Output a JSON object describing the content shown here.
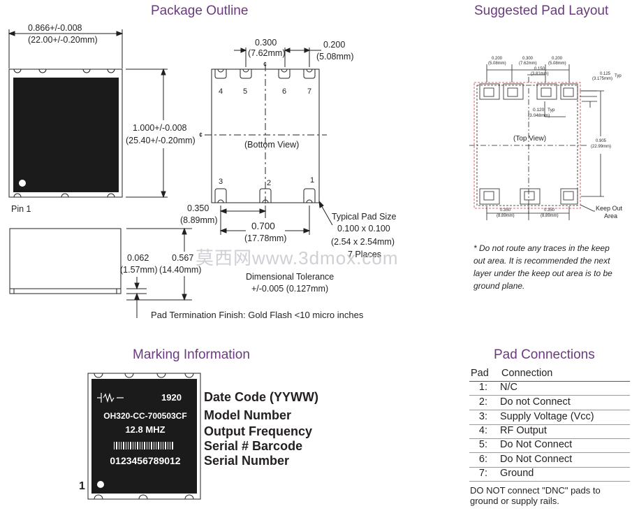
{
  "headings": {
    "package_outline": "Package Outline",
    "suggested_pad_layout": "Suggested Pad Layout",
    "marking_information": "Marking Information",
    "pad_connections": "Pad Connections"
  },
  "package_outline": {
    "width_in": "0.866+/-0.008",
    "width_mm": "(22.00+/-0.20mm)",
    "length_in": "1.000+/-0.008",
    "length_mm": "(25.40+/-0.20mm)",
    "pin1_label": "Pin 1",
    "pad_pitch_in": "0.300",
    "pad_pitch_mm": "(7.62mm)",
    "pad_offset_in": "0.200",
    "pad_offset_mm": "(5.08mm)",
    "bottom_view": "(Bottom View)",
    "pad_numbers_top": [
      "4",
      "5",
      "6",
      "7"
    ],
    "pad_numbers_bottom": [
      "3",
      "2",
      "1"
    ],
    "edge_in": "0.350",
    "edge_mm": "(8.89mm)",
    "span_in": "0.700",
    "span_mm": "(17.78mm)",
    "typical_pad_size": "Typical Pad Size",
    "pad_size_in": "0.100 x 0.100",
    "pad_size_mm": "(2.54 x 2.54mm)",
    "pad_places": "7 Places",
    "thickness_in": "0.062",
    "thickness_mm": "(1.57mm)",
    "height_in": "0.567",
    "height_mm": "(14.40mm)",
    "tolerance_title": "Dimensional Tolerance",
    "tolerance_value": "+/-0.005 (0.127mm)",
    "finish": "Pad Termination Finish: Gold Flash <10 micro inches"
  },
  "pad_layout": {
    "dim_200a": "0.200",
    "dim_200a_mm": "(5.08mm)",
    "dim_300": "0.300",
    "dim_300_mm": "(7.62mm)",
    "dim_150": "0.150",
    "dim_150_mm": "(3.81mm)",
    "dim_200b": "0.200",
    "dim_200b_mm": "(5.08mm)",
    "dim_125": "0.125",
    "dim_125_mm": "(3.175mm)",
    "typ": "Typ",
    "dim_120": "0.120",
    "dim_120_mm": "(3.048mm)",
    "top_view": "(Top View)",
    "dim_905": "0.905",
    "dim_905_mm": "(22.99mm)",
    "dim_350a": "0.350",
    "dim_350a_mm": "(8.89mm)",
    "dim_350b": "0.350",
    "dim_350b_mm": "(8.89mm)",
    "keep_out_1": "Keep Out",
    "keep_out_2": "Area",
    "note_1": "* Do not route any traces in the keep",
    "note_2": "out area. It is recommended the next",
    "note_3": "layer under the keep out area is to be",
    "note_4": "ground plane."
  },
  "marking": {
    "date_code": "1920",
    "model": "OH320-CC-700503CF",
    "frequency": "12.8 MHZ",
    "serial": "0123456789012",
    "pin_one": "1",
    "labels": [
      "Date Code (YYWW)",
      "Model Number",
      "Output Frequency",
      "Serial # Barcode",
      "Serial Number"
    ]
  },
  "pad_table": {
    "header_pad": "Pad",
    "header_connection": "Connection",
    "rows": [
      {
        "pad": "1:",
        "connection": "N/C"
      },
      {
        "pad": "2:",
        "connection": "Do not Connect"
      },
      {
        "pad": "3:",
        "connection": "Supply Voltage (Vcc)"
      },
      {
        "pad": "4:",
        "connection": "RF Output"
      },
      {
        "pad": "5:",
        "connection": "Do Not Connect"
      },
      {
        "pad": "6:",
        "connection": "Do Not Connect"
      },
      {
        "pad": "7:",
        "connection": "Ground"
      }
    ],
    "footnote_1": "DO NOT connect \"DNC\" pads to",
    "footnote_2": "ground or supply rails."
  },
  "watermark": "莫西网www.3dmox.com",
  "colors": {
    "heading": "#6b3a7e",
    "keep_out": "#d0353a",
    "body_fill": "#1b1b1b"
  }
}
